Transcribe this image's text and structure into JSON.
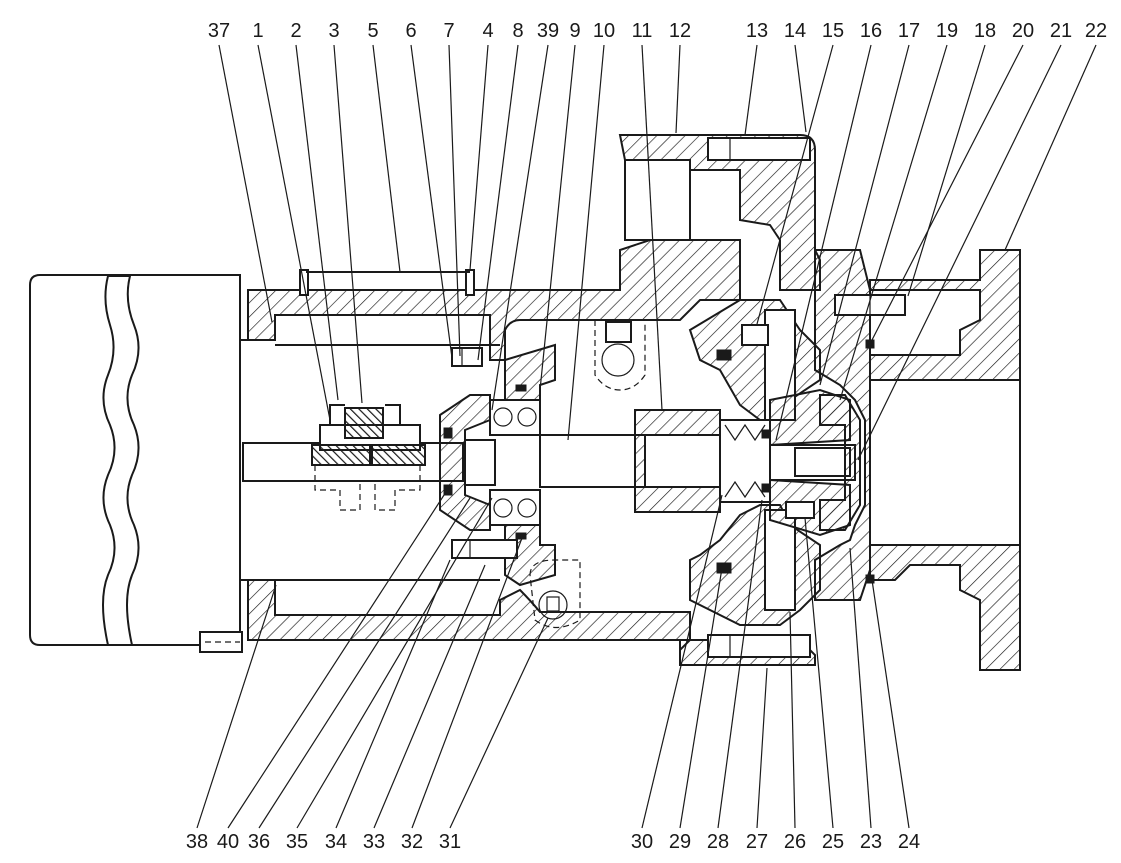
{
  "colors": {
    "ink": "#1a1a1a",
    "background": "#ffffff"
  },
  "top_labels": [
    "37",
    "1",
    "2",
    "3",
    "5",
    "6",
    "7",
    "4",
    "8",
    "39",
    "9",
    "10",
    "11",
    "12",
    "13",
    "14",
    "15",
    "16",
    "17",
    "19",
    "18",
    "20",
    "21",
    "22"
  ],
  "bottom_labels": [
    "38",
    "40",
    "36",
    "35",
    "34",
    "33",
    "32",
    "31",
    "30",
    "29",
    "28",
    "27",
    "26",
    "25",
    "23",
    "24"
  ]
}
